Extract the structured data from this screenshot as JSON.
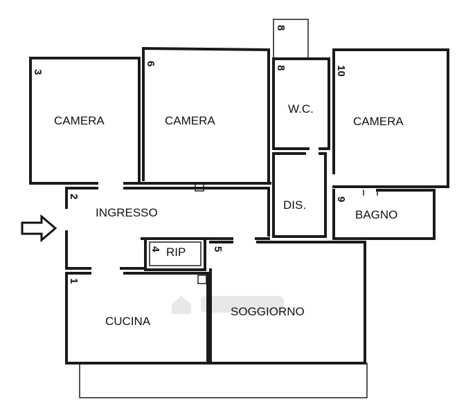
{
  "rooms": {
    "camera_3": {
      "label": "CAMERA",
      "number": "3"
    },
    "camera_6": {
      "label": "CAMERA",
      "number": "6"
    },
    "wc": {
      "label": "W.C.",
      "number": "8"
    },
    "camera_10": {
      "label": "CAMERA",
      "number": "10"
    },
    "ingresso": {
      "label": "INGRESSO",
      "number": "2"
    },
    "dis": {
      "label": "DIS."
    },
    "bagno": {
      "label": "BAGNO",
      "number": "9"
    },
    "rip": {
      "label": "RIP",
      "number": "4"
    },
    "soggiorno": {
      "label": "SOGGIORNO",
      "number": "5"
    },
    "cucina": {
      "label": "CUCINA",
      "number": "1"
    },
    "balcony_top": {
      "number": "8"
    }
  },
  "entrance_arrow": "arrow-right-icon"
}
